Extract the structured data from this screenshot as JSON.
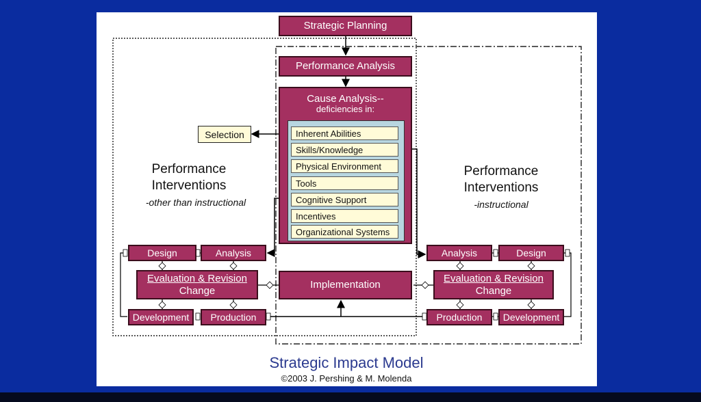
{
  "diagram": {
    "top": {
      "strategic_planning": "Strategic Planning",
      "performance_analysis": "Performance Analysis"
    },
    "cause_analysis": {
      "title_line1": "Cause Analysis--",
      "title_line2": "deficiencies in:",
      "items": [
        "Inherent Abilities",
        "Skills/Knowledge",
        "Physical Environment",
        "Tools",
        "Cognitive Support",
        "Incentives",
        "Organizational Systems"
      ]
    },
    "selection": "Selection",
    "implementation": "Implementation",
    "left": {
      "heading_line1": "Performance",
      "heading_line2": "Interventions",
      "subheading": "-other than instructional",
      "design": "Design",
      "analysis": "Analysis",
      "eval_line1": "Evaluation & Revision",
      "eval_line2": "Change",
      "development": "Development",
      "production": "Production"
    },
    "right": {
      "heading_line1": "Performance",
      "heading_line2": "Interventions",
      "subheading": "-instructional",
      "analysis": "Analysis",
      "design": "Design",
      "eval_line1": "Evaluation & Revision",
      "eval_line2": "Change",
      "production": "Production",
      "development": "Development"
    },
    "footer": {
      "title": "Strategic Impact Model",
      "credit": "©2003  J. Pershing & M. Molenda"
    },
    "colors": {
      "box_fill": "#a43060",
      "box_border": "#3a0d1c",
      "cause_panel": "#a43060",
      "list_panel": "#b8d6e0",
      "list_item": "#fffbd8",
      "title_color": "#2b3a8f",
      "background": "#0a2c9f"
    }
  }
}
